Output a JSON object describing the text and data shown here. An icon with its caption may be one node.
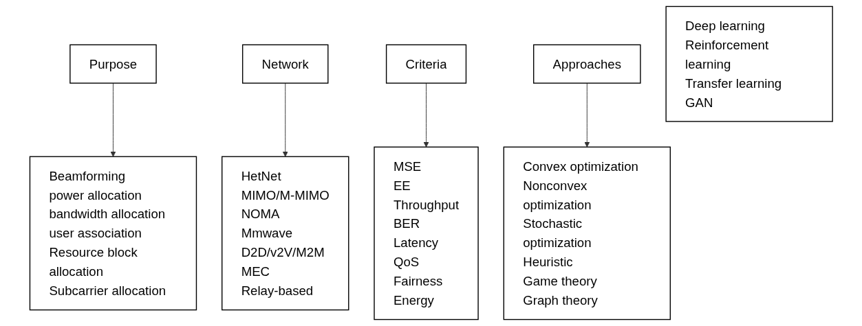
{
  "diagram": {
    "nodes": [
      {
        "text": [
          "Purpose"
        ]
      },
      {
        "text": [
          "Beamforming",
          "power allocation",
          "bandwidth allocation",
          "user association",
          "Resource block allocation",
          "Subcarrier allocation"
        ]
      },
      {
        "text": [
          "Network"
        ]
      },
      {
        "text": [
          "HetNet",
          "MIMO/M-MIMO",
          "NOMA",
          "Mmwave",
          "D2D/v2V/M2M",
          "MEC",
          "Relay-based"
        ]
      },
      {
        "text": [
          "Criteria"
        ]
      },
      {
        "text": [
          "MSE",
          "EE",
          "Throughput",
          "BER",
          "Latency",
          "QoS",
          "Fairness",
          "Energy"
        ]
      },
      {
        "text": [
          "Approaches"
        ]
      },
      {
        "text": [
          "Convex optimization",
          "Nonconvex optimization",
          "Stochastic optimization",
          "Heuristic",
          "Game theory",
          "Graph theory"
        ]
      },
      {
        "text": [
          "Deep learning",
          "Reinforcement learning",
          "Transfer learning",
          "GAN"
        ]
      }
    ],
    "edges": [
      {
        "from": 0,
        "to": 1,
        "arrow": "to"
      },
      {
        "from": 2,
        "to": 3,
        "arrow": "to"
      },
      {
        "from": 4,
        "to": 5,
        "arrow": "to"
      },
      {
        "from": 6,
        "to": 7,
        "arrow": "to"
      }
    ]
  }
}
